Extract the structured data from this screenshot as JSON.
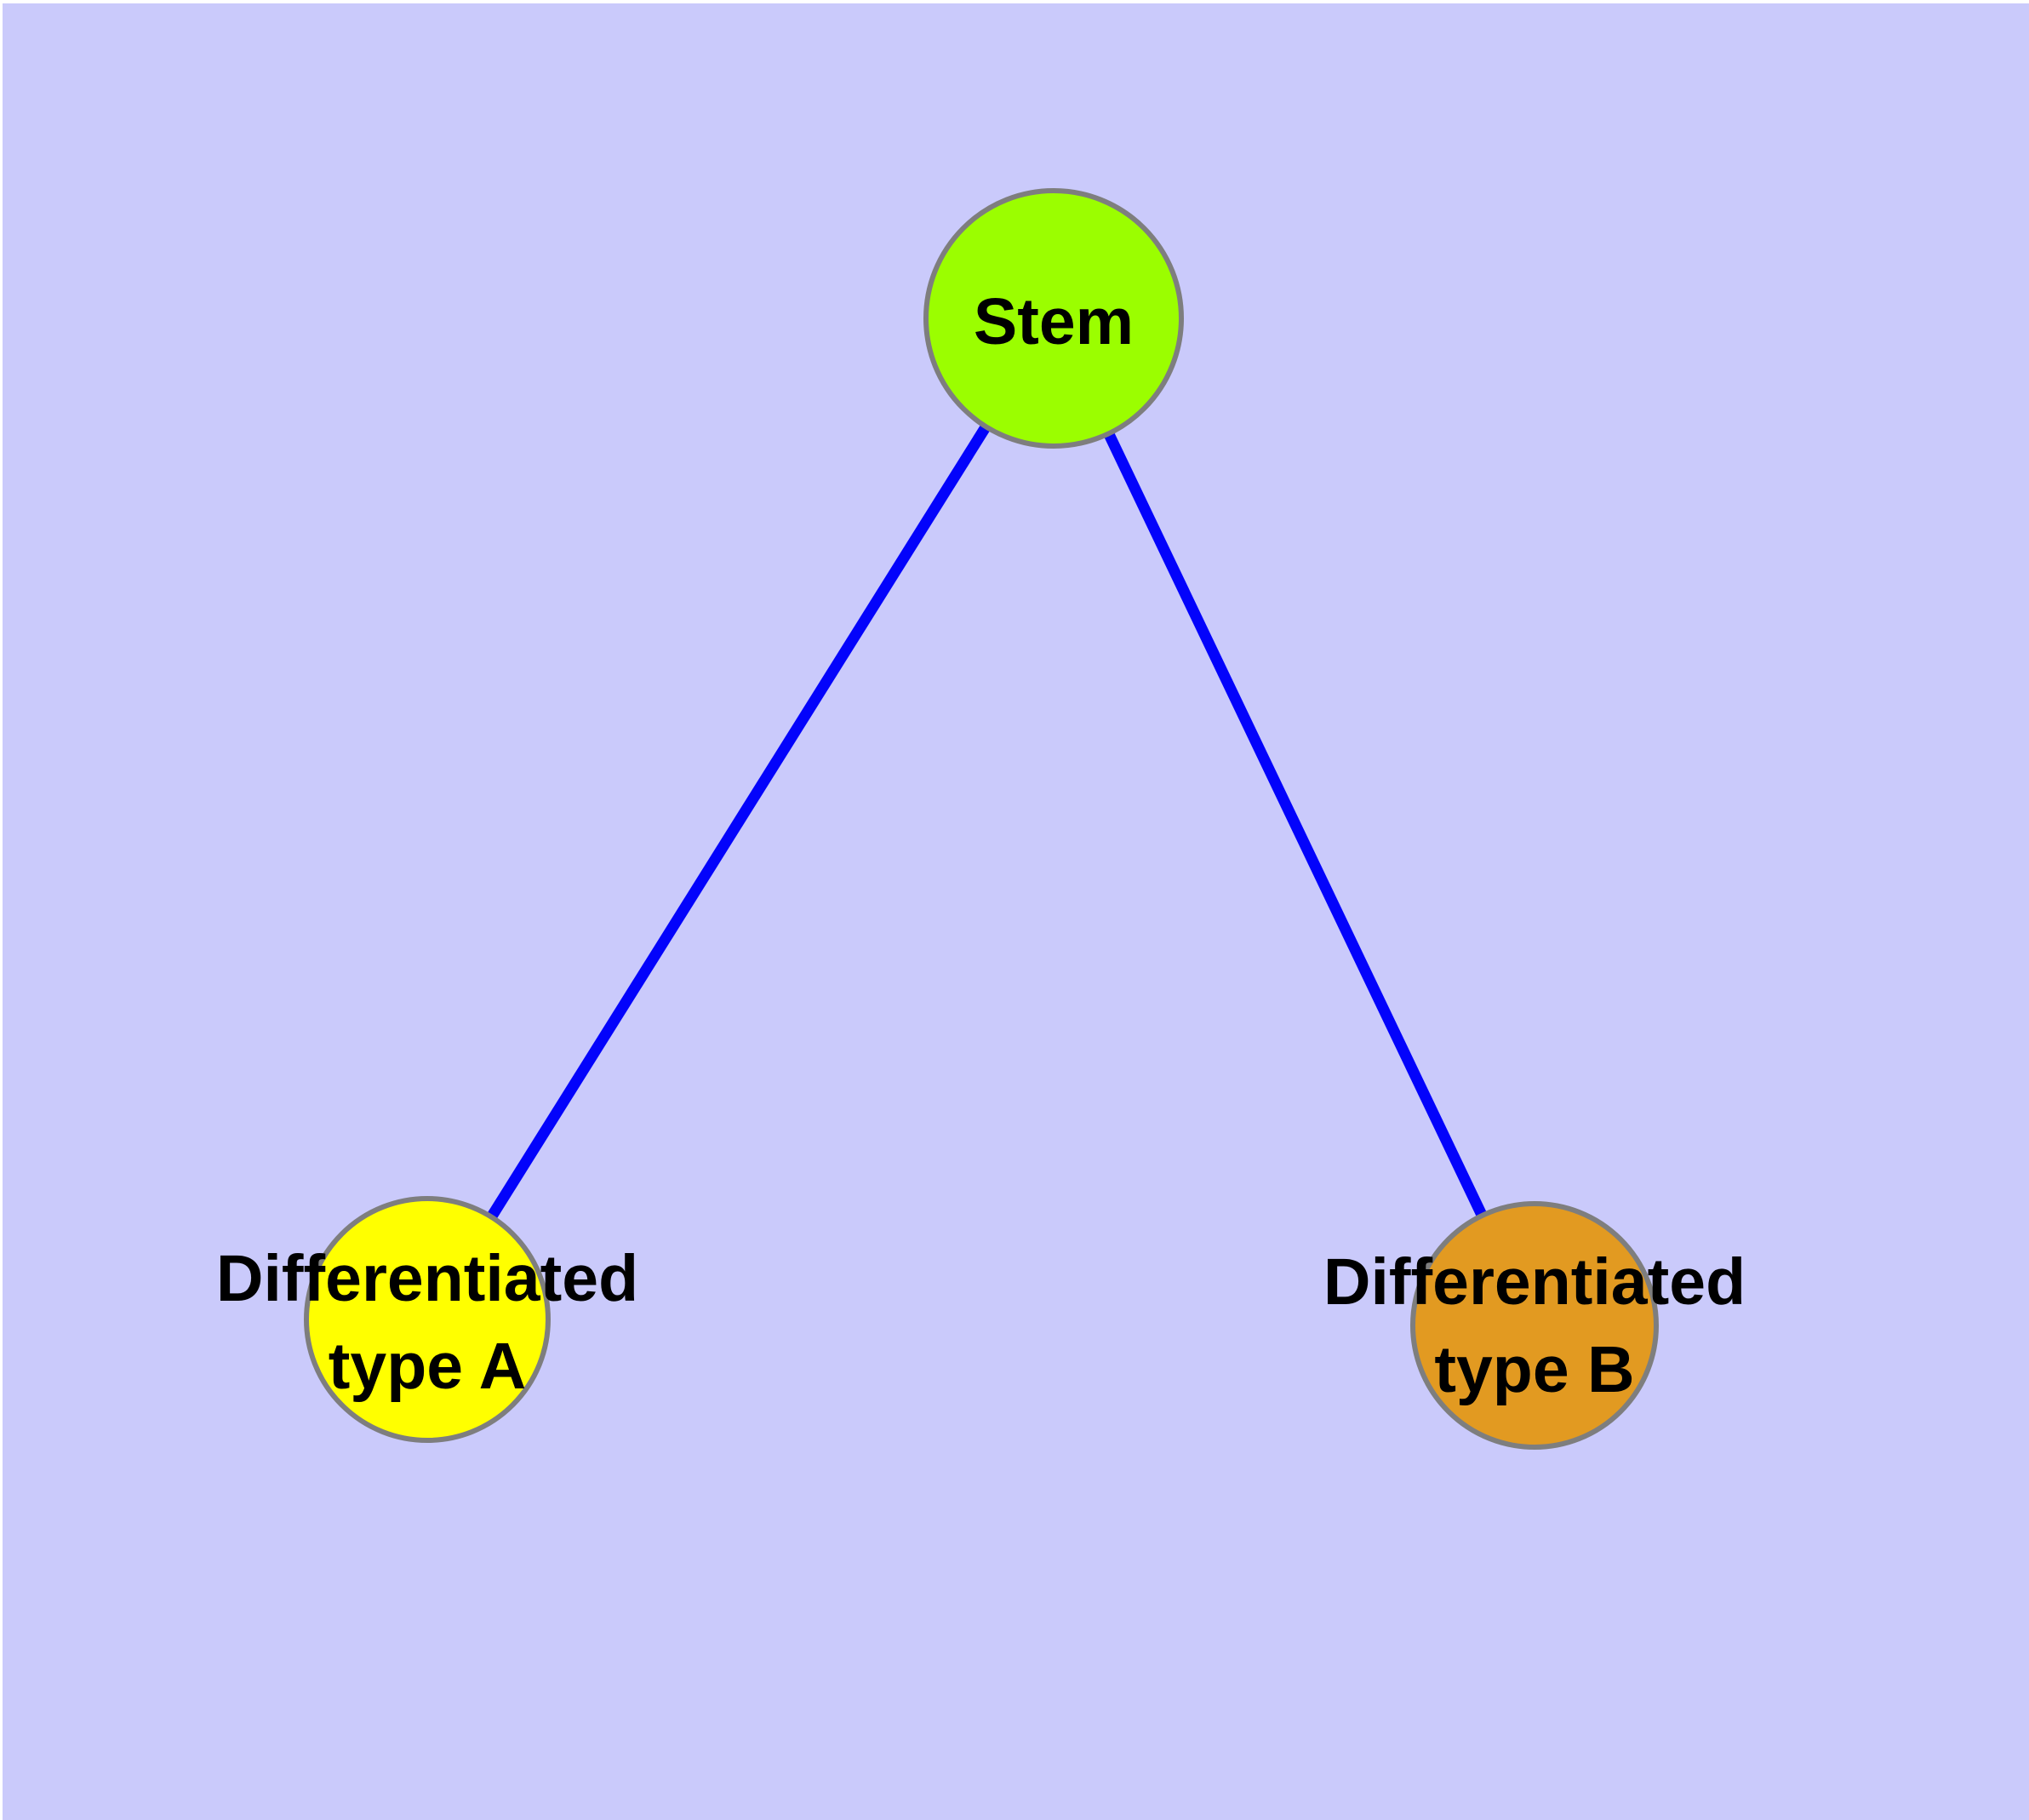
{
  "diagram": {
    "background_color": "#cacafb",
    "frame_color": "#ffffff",
    "edge_color": "#0303fb",
    "node_border_color": "#7e7e7e",
    "label_color": "#000000",
    "nodes": {
      "stem": {
        "label": "Stem",
        "fill": "#9bfe00"
      },
      "type_a": {
        "label_line1": "Differentiated",
        "label_line2": "type A",
        "fill": "#ffff00"
      },
      "type_b": {
        "label_line1": "Differentiated",
        "label_line2": "type B",
        "fill": "#e29a21"
      }
    },
    "edges": [
      {
        "from": "Stem",
        "to": "Differentiated type A"
      },
      {
        "from": "Stem",
        "to": "Differentiated type B"
      }
    ]
  }
}
